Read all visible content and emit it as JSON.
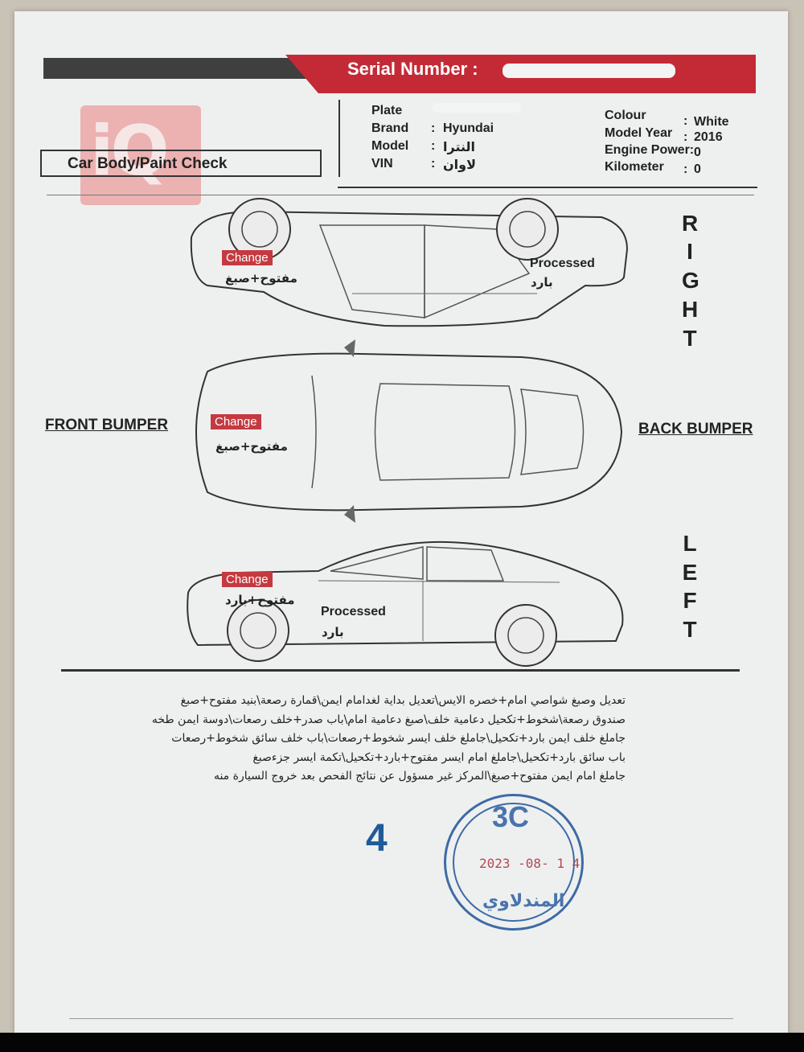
{
  "header": {
    "serial_label": "Serial Number :",
    "title": "Car Body/Paint Check"
  },
  "logo": {
    "text": "iQ"
  },
  "vehicle": {
    "plate_label": "Plate",
    "brand_label": "Brand",
    "brand_value": "Hyundai",
    "model_label": "Model",
    "model_value": "النترا",
    "vin_label": "VIN",
    "vin_value": "لاوان",
    "colour_label": "Colour",
    "colour_value": "White",
    "year_label": "Model Year",
    "year_value": "2016",
    "power_label": "Engine Power:",
    "power_value": "0",
    "km_label": "Kilometer",
    "km_value": "0",
    "sep": ":"
  },
  "sides": {
    "right": [
      "R",
      "I",
      "G",
      "H",
      "T"
    ],
    "left": [
      "L",
      "E",
      "F",
      "T"
    ],
    "front_bumper": "FRONT BUMPER",
    "back_bumper": "BACK BUMPER"
  },
  "marks": {
    "right_change": "Change",
    "right_change_ar": "مفتوح+صبغ",
    "right_processed": "Processed",
    "right_processed_ar": "بارد",
    "top_change": "Change",
    "top_change_ar": "مفتوح+صبغ",
    "left_change": "Change",
    "left_change_ar": "مفتوح+بارد",
    "left_processed": "Processed",
    "left_processed_ar": "بارد"
  },
  "notes": [
    "تعديل وصبغ شواصي امام+خصره الايس\\تعديل بداية لغدامام ايمن\\قمارة رصعة\\بنيد مفتوح+صبغ",
    "صندوق رصعة\\شخوط+تكحيل دعامية خلف\\صبغ دعامية امام\\باب صدر+خلف رصعات\\دوسة ايمن طخه",
    "جاملغ خلف ايمن بارد+تكحيل\\جاملغ خلف ايسر شخوط+رصعات\\باب خلف سائق شخوط+رصعات",
    "باب سائق بارد+تكحيل\\جاملغ امام ايسر مفتوح+بارد+تكحيل\\تكمة ايسر جزءصبغ",
    "جاملغ امام ايمن مفتوح+صبغ\\المركز غير مسؤول عن نتائج الفحص بعد خروج السيارة منه"
  ],
  "handwritten_number": "4",
  "stamp": {
    "code": "3C",
    "date": "2023 -08- 1 4",
    "name": "المندلاوي"
  },
  "colors": {
    "accent_red": "#c42a35",
    "dark_bar": "#3f3f3f",
    "stamp_blue": "#3e6aa6"
  }
}
